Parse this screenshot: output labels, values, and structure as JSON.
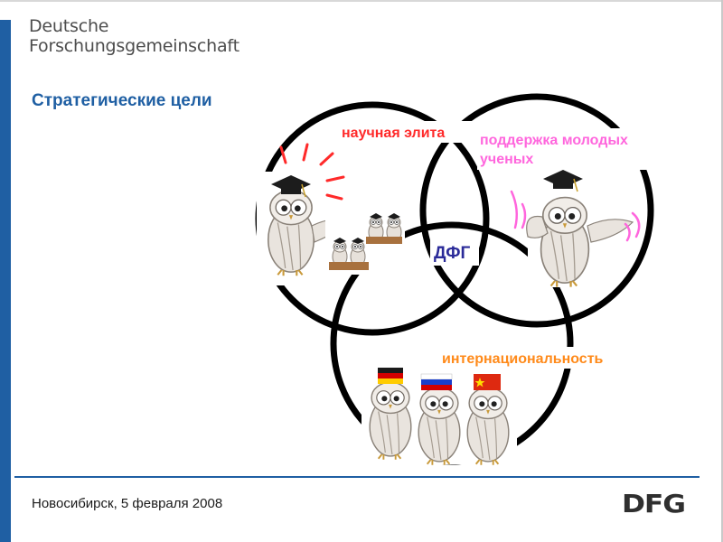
{
  "header": {
    "brand_line1": "Deutsche",
    "brand_line2": "Forschungsgemeinschaft",
    "title": "Стратегические цели"
  },
  "diagram": {
    "label_elite": "научная элита",
    "label_young_line1": "поддержка молодых",
    "label_young_line2": "ученых",
    "label_center": "ДФГ",
    "label_international": "интернациональность",
    "colors": {
      "elite": "#ff2a2a",
      "young": "#ff66dd",
      "international": "#ff8a1a",
      "center": "#2b2b99",
      "rings": "#000000"
    }
  },
  "footer": {
    "text": "Новосибирск, 5 февраля 2008",
    "logo": "DFG"
  }
}
